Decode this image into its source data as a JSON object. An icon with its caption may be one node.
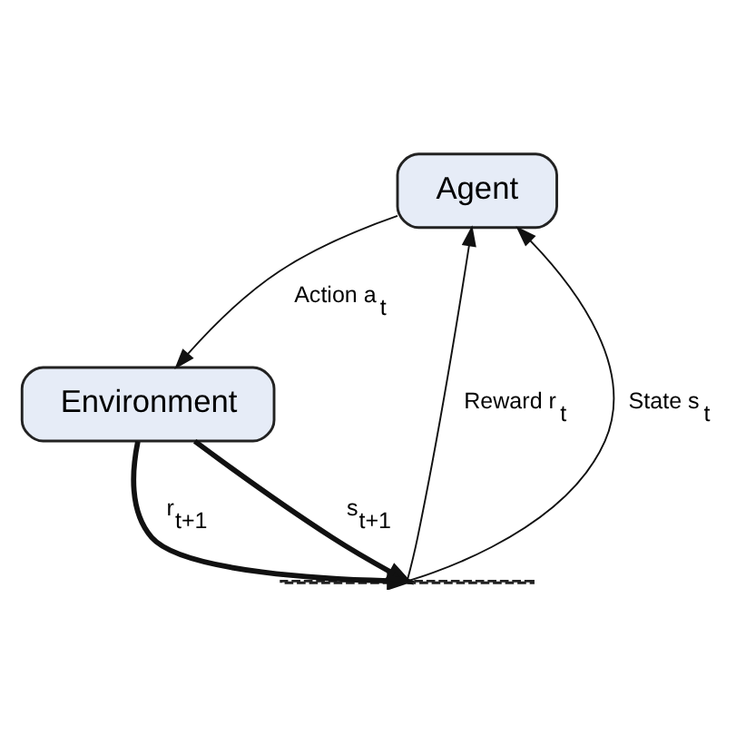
{
  "diagram": {
    "nodes": [
      {
        "text": [
          "Agent"
        ]
      },
      {
        "text": [
          "Environment"
        ]
      },
      {
        "text": [],
        "shape": "bar"
      }
    ],
    "edges": [
      {
        "from": 0,
        "to": 1,
        "arrow": "to",
        "label": "Action a$_{t}$"
      },
      {
        "from": 1,
        "to": 2,
        "arrow": "to",
        "label": "r$_{t+1}$",
        "style": "thick"
      },
      {
        "from": 1,
        "to": 2,
        "arrow": "to",
        "label": "s$_{t+1}$",
        "style": "thick"
      },
      {
        "from": 2,
        "to": 0,
        "arrow": "to",
        "label": "Reward r$_{t}$"
      },
      {
        "from": 2,
        "to": 0,
        "arrow": "to",
        "label": "State s$_{t}$"
      }
    ]
  }
}
